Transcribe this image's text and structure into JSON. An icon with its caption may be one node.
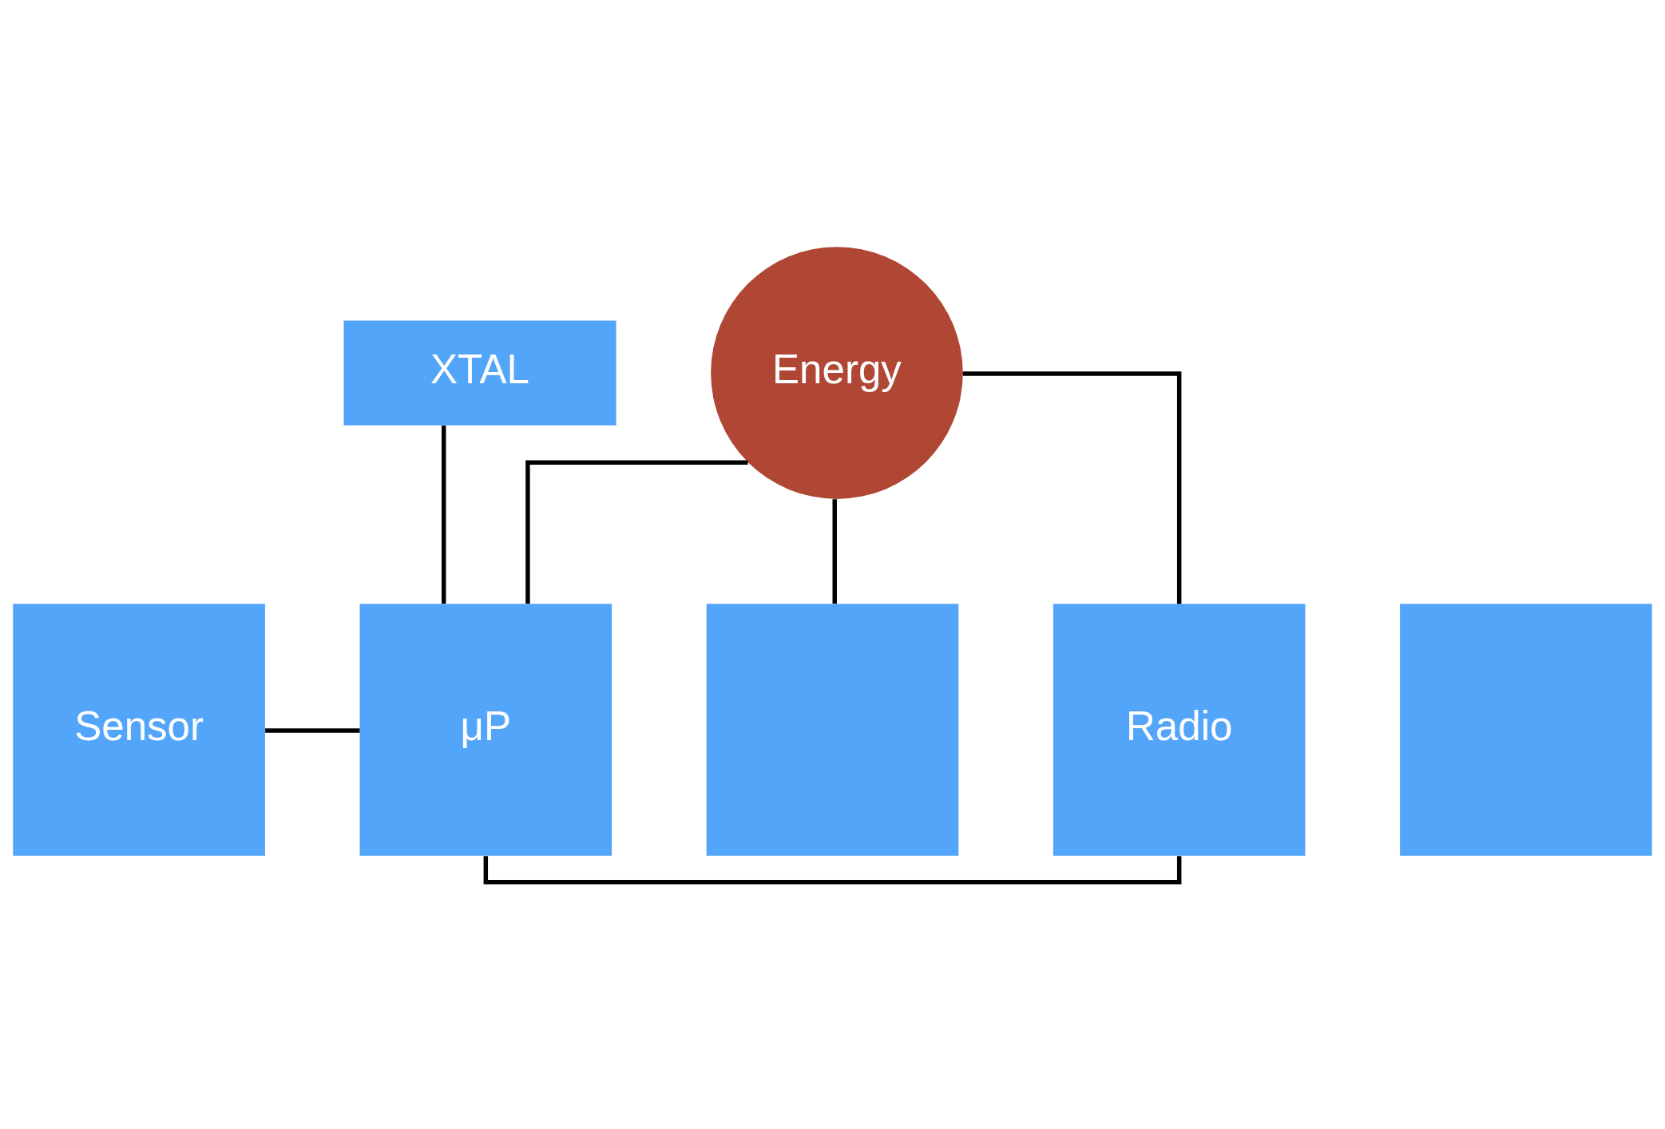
{
  "diagram": {
    "nodes": [
      {
        "text": [
          "XTAL"
        ]
      },
      {
        "text": [],
        "shape": "box"
      },
      {
        "text": [],
        "shape": "box"
      },
      {
        "text": [
          "Sensor"
        ]
      },
      {
        "text": [
          "μP"
        ]
      },
      {
        "text": [
          "Radio"
        ]
      },
      {
        "text": [
          "Energy"
        ]
      }
    ],
    "edges": [
      {
        "from": 0,
        "to": 4,
        "arrow": "none"
      },
      {
        "from": 3,
        "to": 4,
        "arrow": "none"
      },
      {
        "from": 4,
        "to": 5,
        "arrow": "none"
      },
      {
        "from": 6,
        "to": 1,
        "arrow": "none"
      },
      {
        "from": 6,
        "to": 4,
        "arrow": "none"
      },
      {
        "from": 6,
        "to": 5,
        "arrow": "none"
      }
    ]
  }
}
